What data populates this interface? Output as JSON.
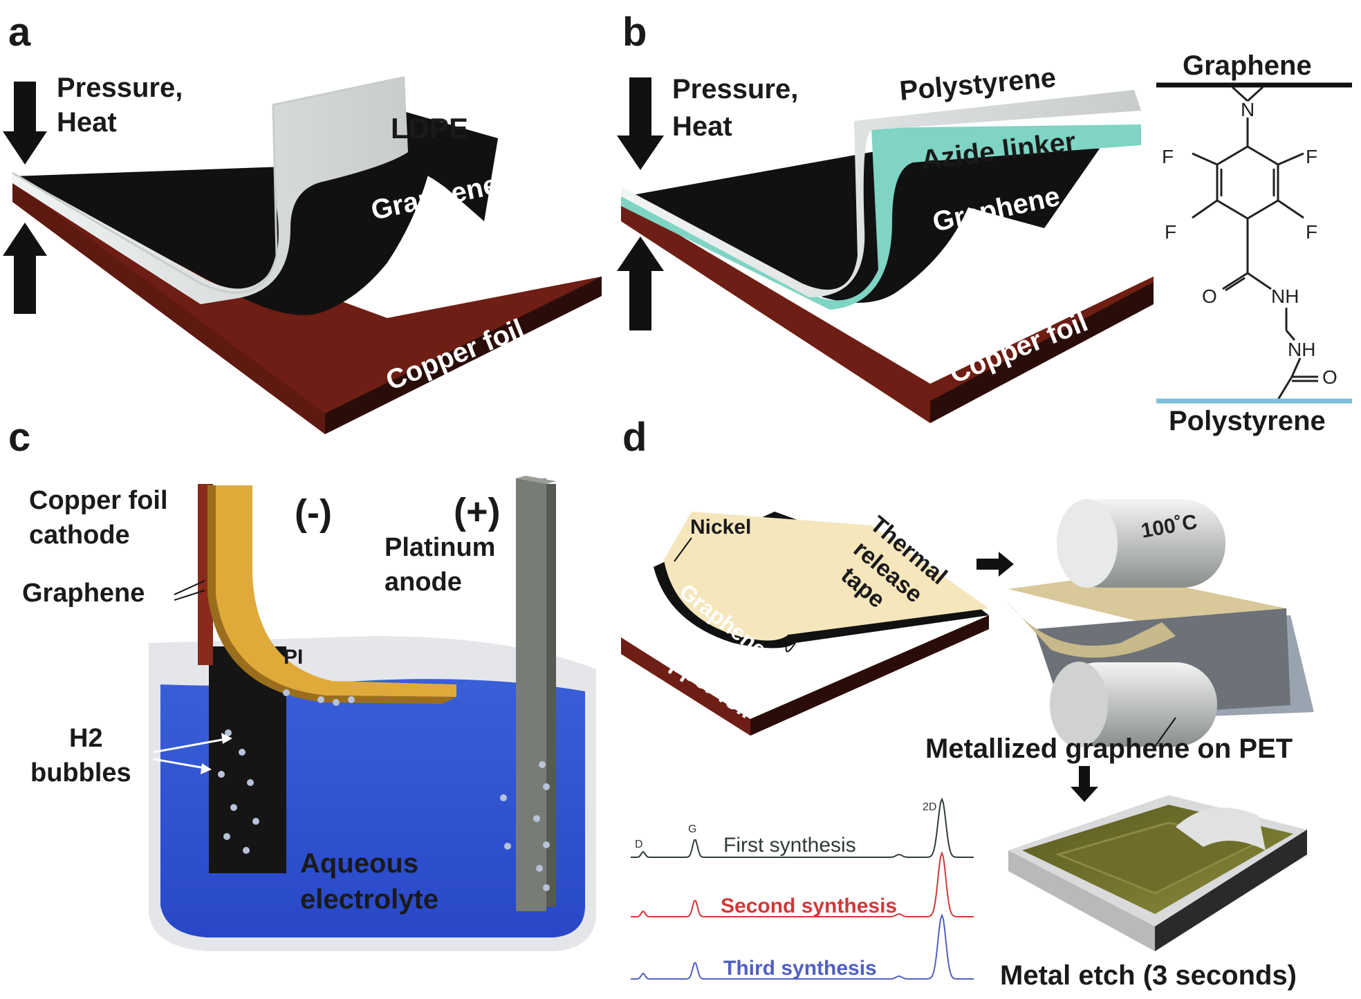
{
  "panels": {
    "a": {
      "letter": "a",
      "pressure": "Pressure,",
      "heat": "Heat",
      "ldpe": "LDPE",
      "graphene": "Graphene",
      "copper": "Copper foil"
    },
    "b": {
      "letter": "b",
      "pressure": "Pressure,",
      "heat": "Heat",
      "polystyrene": "Polystyrene",
      "azide": "Azide linker",
      "graphene": "Graphene",
      "copper": "Copper foil",
      "chem": {
        "top": "Graphene",
        "bottom": "Polystyrene",
        "n": "N",
        "f": "F",
        "o": "O",
        "nh": "NH"
      }
    },
    "c": {
      "letter": "c",
      "copper_line1": "Copper foil",
      "copper_line2": "cathode",
      "graphene": "Graphene",
      "minus": "(-)",
      "plus": "(+)",
      "platinum": "Platinum",
      "anode": "anode",
      "pi": "PI",
      "h2": "H2",
      "bubbles": "bubbles",
      "aq1": "Aqueous",
      "aq2": "electrolyte"
    },
    "d": {
      "letter": "d",
      "nickel": "Nickel",
      "tape1": "Thermal",
      "tape2": "release",
      "tape3": "tape",
      "graphene": "Graphene",
      "copper": "Copper foil",
      "temp": "100˚C",
      "metallized": "Metallized graphene on PET",
      "etch": "Metal etch (3 seconds)",
      "raman": {
        "d": "D",
        "g": "G",
        "twod": "2D",
        "first": "First synthesis",
        "second": "Second synthesis",
        "third": "Third synthesis",
        "colors": {
          "first": "#2f3b38",
          "second": "#d0383a",
          "third": "#5060c0"
        }
      }
    }
  },
  "colors": {
    "copper": "#6e1e14",
    "graphene": "#111111",
    "film": "#e6e8e8",
    "azide": "#7fd4c4",
    "electrolyte": "#2e52d8",
    "pi": "#e0aa3a",
    "tape": "#f5e6bc",
    "platinum": "#7a7f78"
  }
}
